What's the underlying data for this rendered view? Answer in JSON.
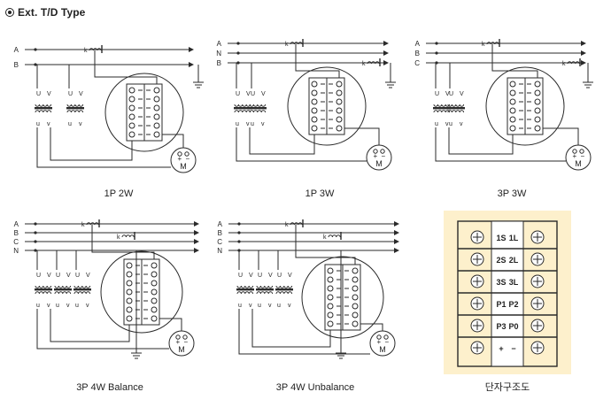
{
  "heading": {
    "bullet_icon": "radio-bullet-icon",
    "text": "Ext. T/D Type"
  },
  "line_labels": {
    "two_wire": [
      "A",
      "B"
    ],
    "three_wire_n": [
      "A",
      "N",
      "B"
    ],
    "three_wire": [
      "A",
      "B",
      "C"
    ],
    "four_wire": [
      "A",
      "B",
      "C",
      "N"
    ]
  },
  "pt_labels": {
    "primary": [
      "U",
      "V"
    ],
    "secondary": [
      "u",
      "v"
    ]
  },
  "ct_label": "k",
  "meter": {
    "symbol": "M",
    "plus": "+",
    "minus": "−"
  },
  "diagrams": [
    {
      "id": "1p2w",
      "caption": "1P 2W"
    },
    {
      "id": "1p3w",
      "caption": "1P 3W"
    },
    {
      "id": "3p3w",
      "caption": "3P 3W"
    },
    {
      "id": "3p4w-balance",
      "caption": "3P 4W Balance"
    },
    {
      "id": "3p4w-unbalance",
      "caption": "3P 4W Unbalance"
    }
  ],
  "terminal_block": {
    "caption": "단자구조도",
    "background": "#fdf0cc",
    "rows": [
      {
        "left": "1S",
        "right": "1L"
      },
      {
        "left": "2S",
        "right": "2L"
      },
      {
        "left": "3S",
        "right": "3L"
      },
      {
        "left": "P1",
        "right": "P2"
      },
      {
        "left": "P3",
        "right": "P0"
      },
      {
        "left": "+",
        "right": "−"
      }
    ]
  }
}
